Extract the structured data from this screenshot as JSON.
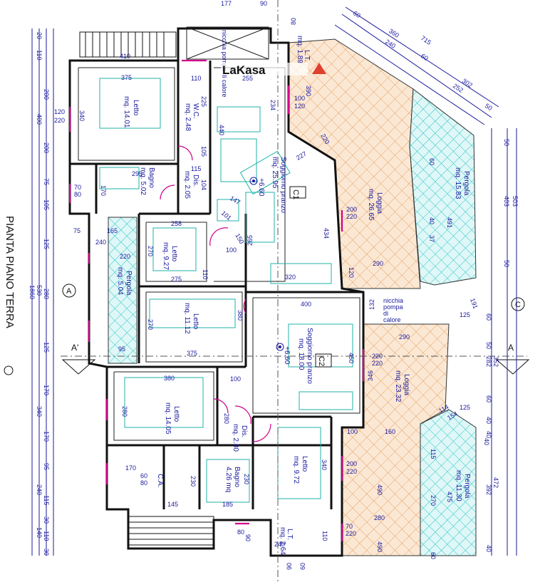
{
  "title": "PIANTA PIANO TERRA",
  "logo": "LaKasa",
  "section_marks": {
    "left": "A'",
    "right": "A"
  },
  "axis_labels": {
    "left": "A",
    "right": "C"
  },
  "rooms": [
    {
      "id": "letto1",
      "name": "Letto",
      "area": "mq. 14.01"
    },
    {
      "id": "wc",
      "name": "W.C.",
      "area": "mq. 2.48"
    },
    {
      "id": "bagno1",
      "name": "Bagno",
      "area": "mq. 5.02"
    },
    {
      "id": "dis1",
      "name": "Dis.",
      "area": "mq. 2.05"
    },
    {
      "id": "soggiorno1",
      "name": "Soggiorno pranzo",
      "area": "mq. 25.95"
    },
    {
      "id": "loggia1",
      "name": "Loggia",
      "area": "mq. 26.65"
    },
    {
      "id": "pergola1",
      "name": "Pergola",
      "area": "mq. 15.83"
    },
    {
      "id": "letto2",
      "name": "Letto",
      "area": "mq. 9.27"
    },
    {
      "id": "pergola2",
      "name": "Pergola",
      "area": "mq. 5.04"
    },
    {
      "id": "letto3",
      "name": "Letto",
      "area": "mq. 11.12"
    },
    {
      "id": "soggiorno2",
      "name": "Soggiorno pranzo",
      "area": "mq. 18.00"
    },
    {
      "id": "loggia2",
      "name": "Loggia",
      "area": "mq. 23.32"
    },
    {
      "id": "letto4",
      "name": "Letto",
      "area": "mq. 14.05"
    },
    {
      "id": "dis2",
      "name": "Dis.",
      "area": "mq. 2.80"
    },
    {
      "id": "bagno2",
      "name": "Bagno",
      "area": "4.26 mq"
    },
    {
      "id": "letto5",
      "name": "Letto",
      "area": "mq. 9.72"
    },
    {
      "id": "ca",
      "name": "C.A.",
      "area": ""
    },
    {
      "id": "pergola3",
      "name": "Pergola",
      "area": "mq. 11.30"
    },
    {
      "id": "lt1",
      "name": "L.T.",
      "area": "mq. 1.89"
    },
    {
      "id": "lt2",
      "name": "L.T.",
      "area": "mq. 2.64"
    }
  ],
  "labels": {
    "c1": "C1",
    "c2": "C2",
    "elev1": "+6.60",
    "elev2": "+6.60",
    "nicchia_top": "nicchia pompa di calore",
    "nicchia": [
      "nicchia",
      "pompa",
      "di",
      "calore"
    ]
  },
  "dims_left": [
    "110",
    "200",
    "400",
    "200",
    "75",
    "105",
    "125",
    "280",
    "530",
    "1860",
    "125",
    "170",
    "340",
    "170",
    "95",
    "240",
    "115",
    "30",
    "110",
    "140",
    "30",
    "20"
  ],
  "dims_right": [
    "50",
    "503",
    "403",
    "50",
    "60",
    "125",
    "50",
    "352",
    "282",
    "60",
    "125",
    "40",
    "40",
    "472",
    "392",
    "40",
    "191"
  ],
  "dims_top": [
    "715",
    "360",
    "60",
    "240",
    "60",
    "302",
    "252",
    "50",
    "177",
    "90",
    "80"
  ],
  "dims_inner": [
    "410",
    "375",
    "340",
    "120",
    "220",
    "255",
    "225",
    "110",
    "440",
    "234",
    "390",
    "100",
    "120",
    "227",
    "220",
    "295",
    "170",
    "70",
    "80",
    "115",
    "104",
    "105",
    "147",
    "101",
    "150",
    "100",
    "265",
    "258",
    "270",
    "110",
    "275",
    "434",
    "320",
    "240",
    "220",
    "165",
    "75",
    "270",
    "380",
    "375",
    "95",
    "400",
    "450",
    "132",
    "290",
    "220",
    "220",
    "346",
    "380",
    "280",
    "100",
    "280",
    "160",
    "100",
    "340",
    "200",
    "220",
    "490",
    "280",
    "115",
    "270",
    "475",
    "145",
    "185",
    "230",
    "230",
    "170",
    "60",
    "80",
    "290",
    "60",
    "40",
    "37",
    "491",
    "120",
    "80",
    "90",
    "60",
    "154",
    "114",
    "110",
    "70",
    "220",
    "240",
    "90",
    "60",
    "490",
    "40",
    "200",
    "220"
  ]
}
